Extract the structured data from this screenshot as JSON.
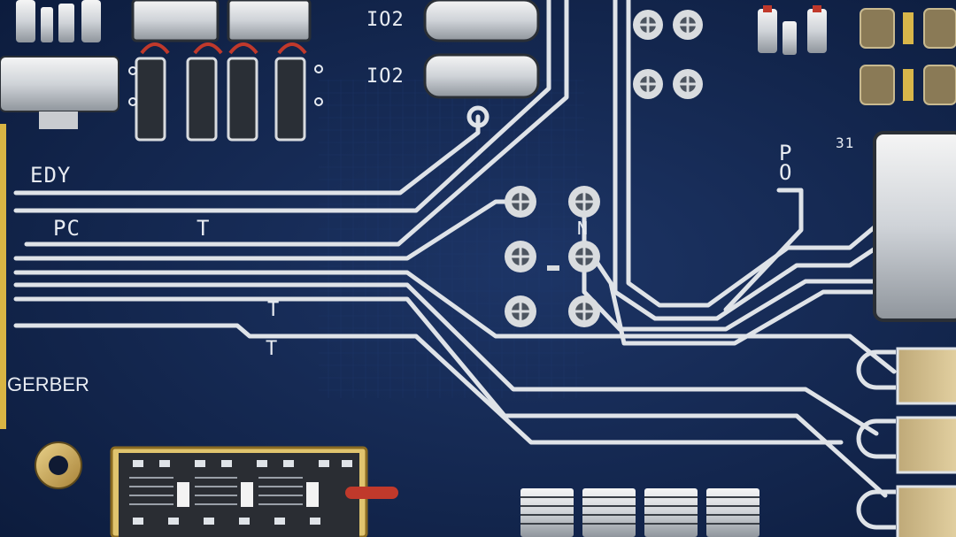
{
  "silkscreen": {
    "label_ic_top": "IO2",
    "label_ic_bottom": "IO2",
    "label_edy": "EDY",
    "label_pc": "PC",
    "label_t_upper": "T",
    "label_t_mid": "T",
    "label_t_low": "T",
    "label_po": "PO",
    "label_31": "31",
    "label_n": "N",
    "label_gerber": "GERBER"
  },
  "colors": {
    "board": "#0f2046",
    "trace": "#dfe3e8",
    "silk": "#e8ecf2",
    "gold": "#c9a44a",
    "red_wire": "#c0392b"
  }
}
